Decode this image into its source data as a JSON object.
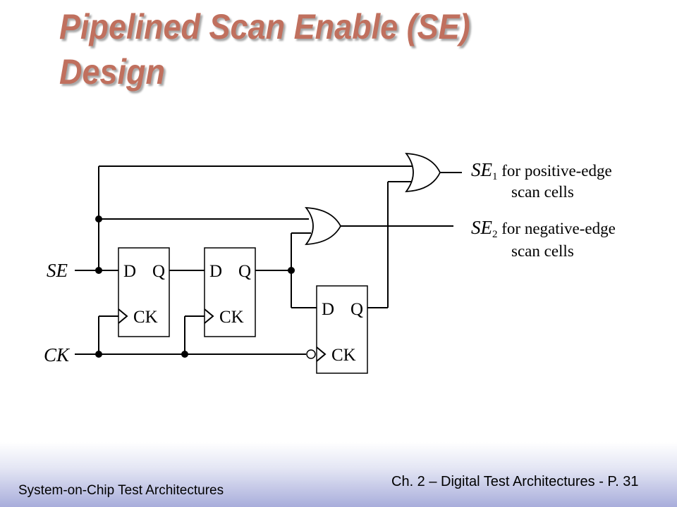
{
  "title": {
    "line1": "Pipelined Scan Enable (SE)",
    "line2": "Design"
  },
  "colors": {
    "title": "#c0705e",
    "footer_gradient_end": "#a8addb"
  },
  "diagram": {
    "inputs": {
      "se": "SE",
      "ck": "CK"
    },
    "flipflops": [
      {
        "d": "D",
        "q": "Q",
        "ck": "CK"
      },
      {
        "d": "D",
        "q": "Q",
        "ck": "CK"
      },
      {
        "d": "D",
        "q": "Q",
        "ck": "CK"
      }
    ],
    "outputs": [
      {
        "name": "SE",
        "sub": "1",
        "line1": " for positive-edge",
        "line2": "scan cells"
      },
      {
        "name": "SE",
        "sub": "2",
        "line1": " for negative-edge",
        "line2": "scan cells"
      }
    ]
  },
  "footer": {
    "left": "System-on-Chip Test Architectures",
    "right": "Ch. 2 – Digital Test Architectures - P. 31"
  }
}
